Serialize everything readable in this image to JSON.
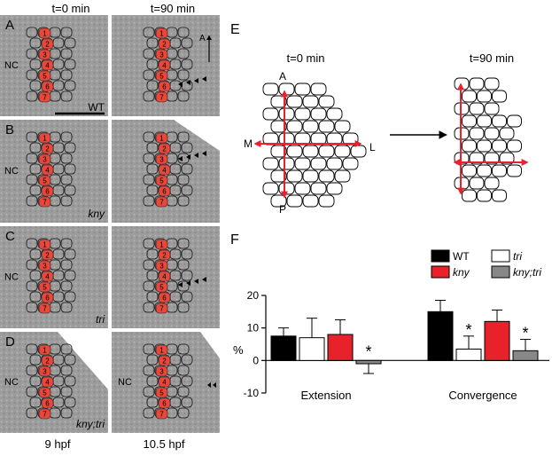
{
  "left_figure": {
    "column_headers": [
      "t=0 min",
      "t=90 min"
    ],
    "row_letters": [
      "A",
      "B",
      "C",
      "D"
    ],
    "genotype_labels": [
      "WT",
      "kny",
      "tri",
      "kny;tri"
    ],
    "region_label": "NC",
    "axis_label": "A",
    "stage_labels": [
      "9 hpf",
      "10.5 hpf"
    ],
    "cell_numbers": [
      "1",
      "2",
      "3",
      "4",
      "5",
      "6",
      "7"
    ],
    "colors": {
      "cell_red": "#e8473a",
      "panel_gray": "#9a9a9a",
      "outline": "#111111"
    }
  },
  "panel_e": {
    "letter": "E",
    "title_left": "t=0 min",
    "title_right": "t=90 min",
    "axis_labels": {
      "anterior": "A",
      "posterior": "P",
      "medial": "M",
      "lateral": "L"
    },
    "colors": {
      "arrow": "#e8222a"
    }
  },
  "panel_f": {
    "letter": "F",
    "legend": [
      {
        "label": "WT",
        "color": "#000000",
        "italic": false
      },
      {
        "label": "tri",
        "color": "#ffffff",
        "italic": true
      },
      {
        "label": "kny",
        "color": "#e8222a",
        "italic": true
      },
      {
        "label": "kny;tri",
        "color": "#888888",
        "italic": true
      }
    ],
    "ylabel": "%",
    "significance_marker": "*",
    "chart_data": {
      "type": "bar",
      "categories": [
        "Extension",
        "Convergence"
      ],
      "series": [
        {
          "name": "WT",
          "values": [
            7.5,
            15
          ],
          "errors": [
            2.5,
            3.5
          ]
        },
        {
          "name": "kny",
          "values": [
            7,
            3.5
          ],
          "errors": [
            6,
            4
          ]
        },
        {
          "name": "tri",
          "values": [
            8,
            12
          ],
          "errors": [
            4.5,
            3.5
          ]
        },
        {
          "name": "kny;tri",
          "values": [
            -1,
            3
          ],
          "errors": [
            3,
            3.5
          ]
        }
      ],
      "significant": [
        [
          false,
          false,
          false,
          true
        ],
        [
          false,
          true,
          false,
          true
        ]
      ],
      "yticks": [
        -10,
        0,
        10,
        20
      ],
      "ylim": [
        -10,
        20
      ],
      "ylabel": "%"
    }
  }
}
